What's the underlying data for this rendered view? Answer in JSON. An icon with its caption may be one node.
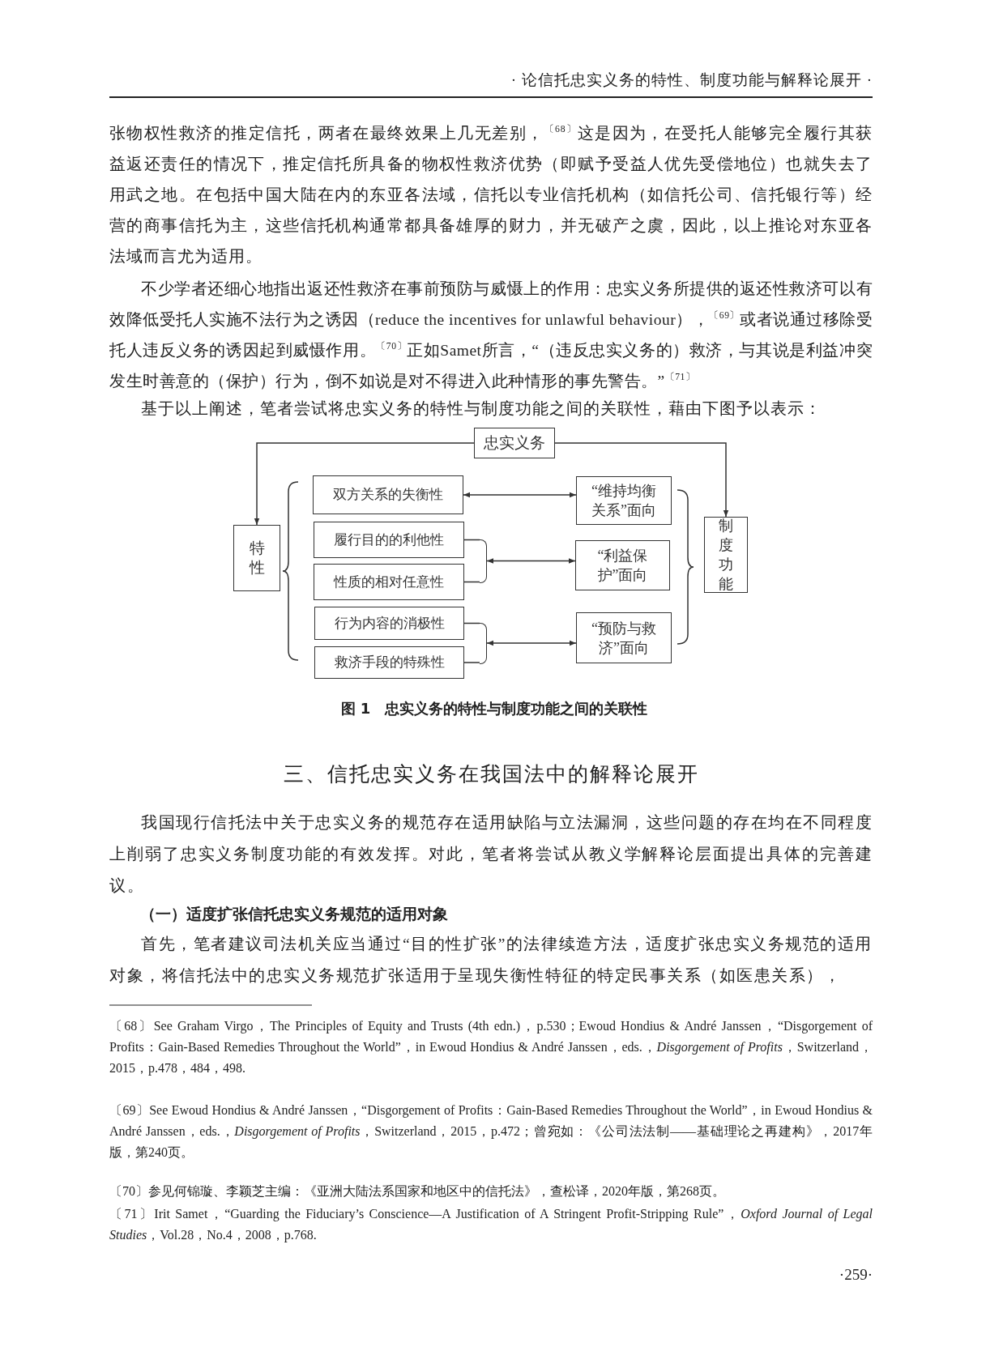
{
  "diagram": {
    "caption": "图 1　忠实义务的特性与制度功能之间的关联性",
    "nodes": [
      {
        "text": [
          "忠实义务"
        ]
      },
      {
        "text": [
          "特性"
        ]
      },
      {
        "text": [
          "双方关系的失衡性"
        ]
      },
      {
        "text": [
          "履行目的的利他性"
        ]
      },
      {
        "text": [
          "性质的相对任意性"
        ]
      },
      {
        "text": [
          "行为内容的消极性"
        ]
      },
      {
        "text": [
          "救济手段的特殊性"
        ]
      },
      {
        "text": [
          "“维持均衡关系”面向"
        ]
      },
      {
        "text": [
          "“利益保护”面向"
        ]
      },
      {
        "text": [
          "“预防与救济”面向"
        ]
      },
      {
        "text": [
          "制度功能"
        ]
      },
      {
        "text": [],
        "shape": "bar"
      },
      {
        "text": [],
        "shape": "bar"
      }
    ],
    "edges": [
      {
        "from": 0,
        "to": 1,
        "arrow": "to"
      },
      {
        "from": 0,
        "to": 10,
        "arrow": "to"
      },
      {
        "from": 2,
        "to": 7,
        "arrow": "both"
      },
      {
        "from": 3,
        "to": 11,
        "arrow": "none"
      },
      {
        "from": 4,
        "to": 11,
        "arrow": "none"
      },
      {
        "from": 11,
        "to": 8,
        "arrow": "both"
      },
      {
        "from": 5,
        "to": 12,
        "arrow": "none"
      },
      {
        "from": 6,
        "to": 12,
        "arrow": "none"
      },
      {
        "from": 12,
        "to": 9,
        "arrow": "both"
      }
    ],
    "labels": [
      "· 论信托忠实义务的特性、制度功能与解释论展开 ·",
      "张物权性救济的推定信托，两者在最终效果上几无差别，$^{〔68〕}$这是因为，在受托人能够完全履行其获益返还责任的情况下，推定信托所具备的物权性救济优势（即赋予受益人优先受偿地位）也就失去了用武之地。在包括中国大陆在内的东亚各法域，信托以专业信托机构（如信托公司、信托银行等）经营的商事信托为主，这些信托机构通常都具备雄厚的财力，并无破产之虞，因此，以上推论对东亚各法域而言尤为适用。",
      "不少学者还细心地指出返还性救济在事前预防与威慑上的作用：忠实义务所提供的返还性救济可以有效降低受托人实施不法行为之诱因（reduce the incentives for unlawful behaviour），$^{〔69〕}$或者说通过移除受托人违反义务的诱因起到威慑作用。$^{〔70〕}$正如Samet所言，“（违反忠实义务的）救济，与其说是利益冲突发生时善意的（保护）行为，倒不如说是对不得进入此种情形的事先警告。”$^{〔71〕}$",
      "基于以上阐述，笔者尝试将忠实义务的特性与制度功能之间的关联性，藉由下图予以表示：",
      "三、信托忠实义务在我国法中的解释论展开",
      "我国现行信托法中关于忠实义务的规范存在适用缺陷与立法漏洞，这些问题的存在均在不同程度上削弱了忠实义务制度功能的有效发挥。对此，笔者将尝试从教义学解释论层面提出具体的完善建议。",
      "（一）适度扩张信托忠实义务规范的适用对象",
      "首先，笔者建议司法机关应当通过“目的性扩张”的法律续造方法，适度扩张忠实义务规范的适用对象，将信托法中的忠实义务规范扩张适用于呈现失衡性特征的特定民事关系（如医患关系），",
      "〔68〕See Graham Virgo，The Principles of Equity and Trusts (4th edn.)，p.530；Ewoud Hondius & André Janssen，“Disgorgement of Profits：Gain-Based Remedies Throughout the World”，in Ewoud Hondius & André Janssen，eds.，*Disgorgement of Profits*，Switzerland，2015，p.478，484，498.",
      "〔69〕See Ewoud Hondius & André Janssen，“Disgorgement of Profits：Gain-Based Remedies Throughout the World”，in Ewoud Hondius & André Janssen，eds.，*Disgorgement of Profits*，Switzerland，2015，p.472；曾宛如：《公司法法制——基础理论之再建构》，2017年版，第240页。",
      "〔70〕参见何锦璇、李颖芝主编：《亚洲大陆法系国家和地区中的信托法》，查松译，2020年版，第268页。",
      "〔71〕Irit Samet，“Guarding the Fiduciary’s Conscience—A Justification of A Stringent Profit-Stripping Rule”，*Oxford Journal of Legal Studies*，Vol.28，No.4，2008，p.768.",
      "·259·"
    ]
  }
}
